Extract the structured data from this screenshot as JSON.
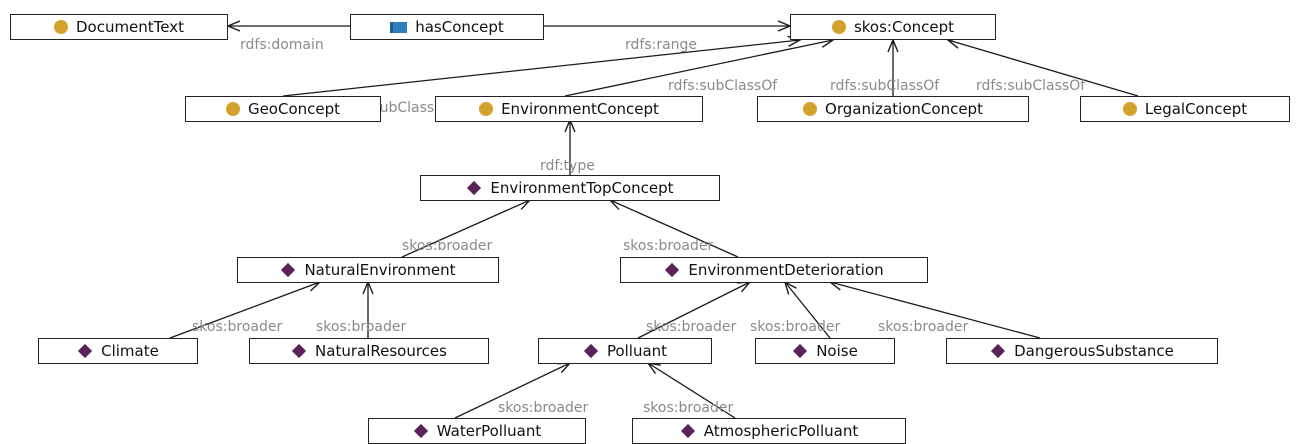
{
  "colors": {
    "class_icon": "#d4a22c",
    "individual_icon": "#5a2458",
    "property_icon": "#2d7fc0",
    "edge": "#1a1a1a",
    "edge_label": "#8a8a8a"
  },
  "nodes": {
    "document_text": {
      "label": "DocumentText",
      "icon": "class-icon"
    },
    "has_concept": {
      "label": "hasConcept",
      "icon": "object-property-icon"
    },
    "skos_concept": {
      "label": "skos:Concept",
      "icon": "class-icon"
    },
    "geo_concept": {
      "label": "GeoConcept",
      "icon": "class-icon"
    },
    "environment_concept": {
      "label": "EnvironmentConcept",
      "icon": "class-icon"
    },
    "organization_concept": {
      "label": "OrganizationConcept",
      "icon": "class-icon"
    },
    "legal_concept": {
      "label": "LegalConcept",
      "icon": "class-icon"
    },
    "environment_top_concept": {
      "label": "EnvironmentTopConcept",
      "icon": "individual-icon"
    },
    "natural_environment": {
      "label": "NaturalEnvironment",
      "icon": "individual-icon"
    },
    "environment_deterioration": {
      "label": "EnvironmentDeterioration",
      "icon": "individual-icon"
    },
    "climate": {
      "label": "Climate",
      "icon": "individual-icon"
    },
    "natural_resources": {
      "label": "NaturalResources",
      "icon": "individual-icon"
    },
    "polluant": {
      "label": "Polluant",
      "icon": "individual-icon"
    },
    "noise": {
      "label": "Noise",
      "icon": "individual-icon"
    },
    "dangerous_substance": {
      "label": "DangerousSubstance",
      "icon": "individual-icon"
    },
    "water_polluant": {
      "label": "WaterPolluant",
      "icon": "individual-icon"
    },
    "atmospheric_polluant": {
      "label": "AtmosphericPolluant",
      "icon": "individual-icon"
    }
  },
  "edges": {
    "domain": "rdfs:domain",
    "range": "rdfs:range",
    "subclass_geo": "rdfs:subClassOf",
    "subclass_env": "rdfs:subClassOf",
    "subclass_org": "rdfs:subClassOf",
    "subclass_legal": "rdfs:subClassOf",
    "type_top": "rdf:type",
    "broader_natenv": "skos:broader",
    "broader_envdet": "skos:broader",
    "broader_climate": "skos:broader",
    "broader_natres": "skos:broader",
    "broader_polluant": "skos:broader",
    "broader_noise": "skos:broader",
    "broader_dangerous": "skos:broader",
    "broader_water": "skos:broader",
    "broader_atmos": "skos:broader"
  }
}
